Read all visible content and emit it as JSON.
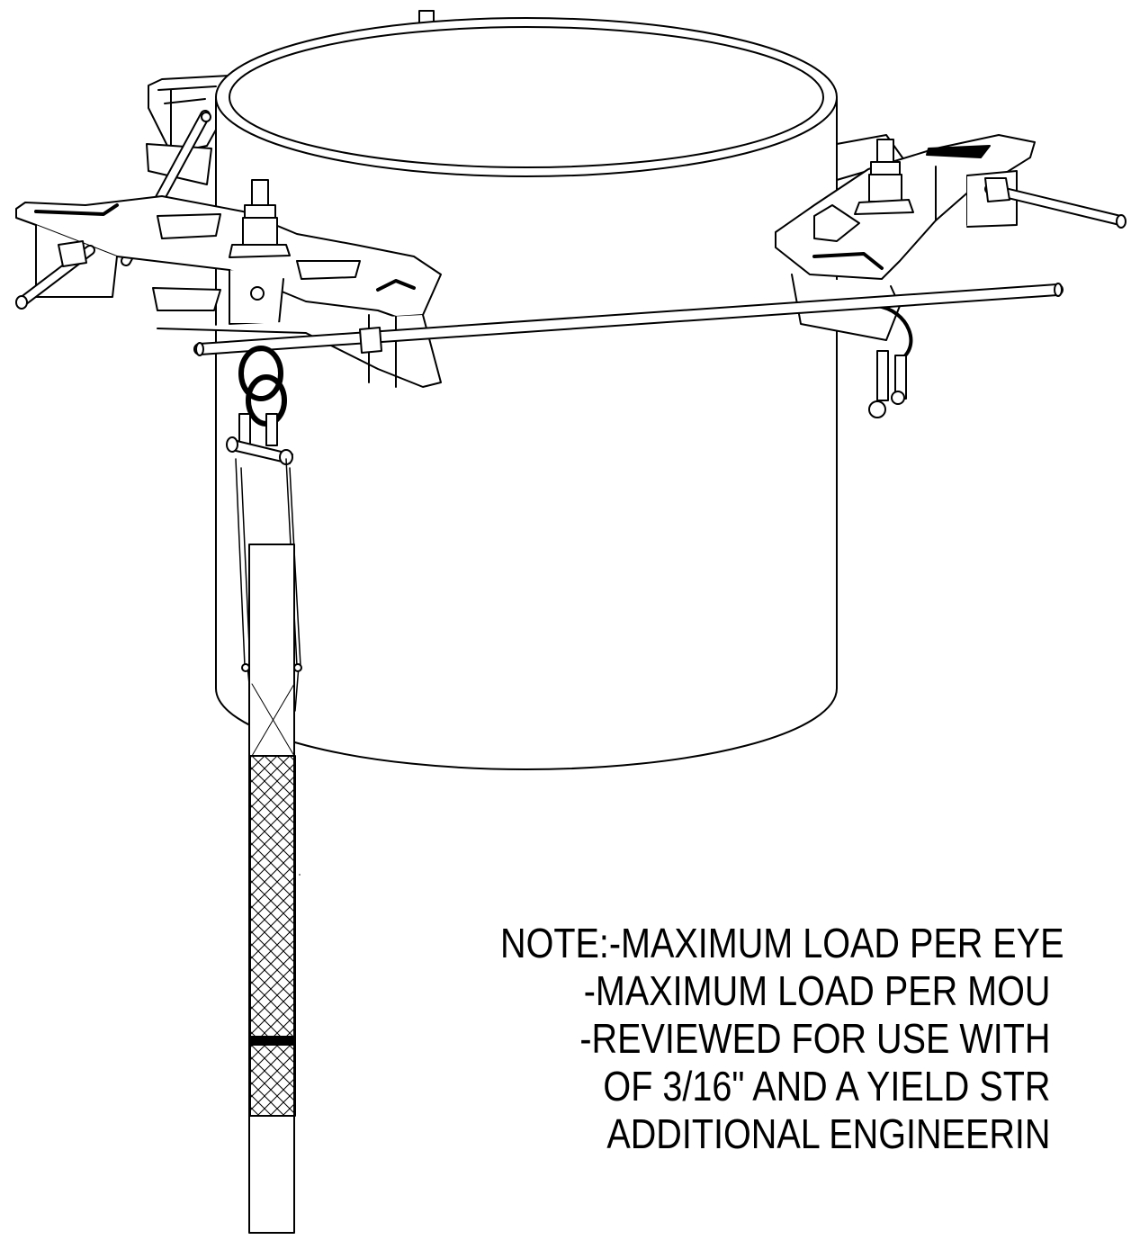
{
  "note": {
    "label": "NOTE:",
    "lines": [
      "-MAXIMUM LOAD PER EYE",
      "-MAXIMUM LOAD PER MOU",
      "-REVIEWED FOR USE WITH",
      "OF 3/16\" AND A YIELD STR",
      "ADDITIONAL ENGINEERIN"
    ]
  },
  "colors": {
    "line": "#000000",
    "background": "#ffffff"
  }
}
